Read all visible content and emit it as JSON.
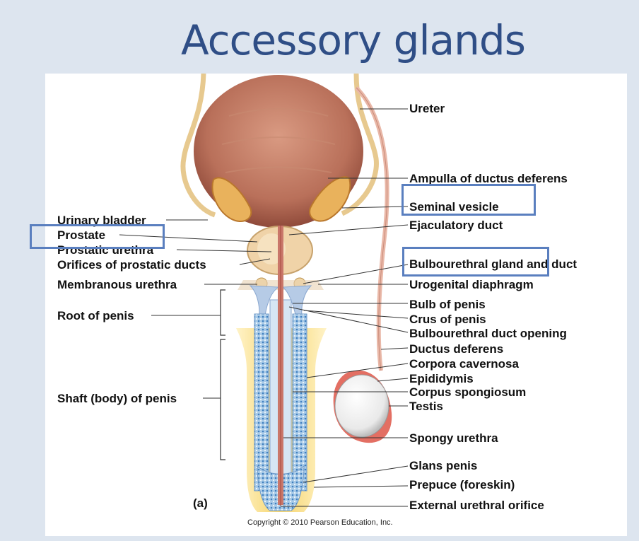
{
  "slide": {
    "title": "Accessory glands"
  },
  "figure": {
    "panel_letter": "(a)",
    "copyright": "Copyright © 2010 Pearson Education, Inc.",
    "labels_left": {
      "urinary_bladder": "Urinary bladder",
      "prostate": "Prostate",
      "prostatic_urethra": "Prostatic urethra",
      "orifices_prostatic_ducts": "Orifices of prostatic ducts",
      "membranous_urethra": "Membranous urethra",
      "root_of_penis": "Root of penis",
      "shaft_of_penis": "Shaft (body) of penis"
    },
    "labels_right": {
      "ureter": "Ureter",
      "ampulla": "Ampulla of ductus deferens",
      "seminal_vesicle": "Seminal vesicle",
      "ejaculatory_duct": "Ejaculatory duct",
      "bulbourethral_gland": "Bulbourethral gland and duct",
      "urogenital_diaphragm": "Urogenital diaphragm",
      "bulb_of_penis": "Bulb of penis",
      "crus_of_penis": "Crus of penis",
      "bulbourethral_duct_opening": "Bulbourethral duct opening",
      "ductus_deferens": "Ductus deferens",
      "corpora_cavernosa": "Corpora cavernosa",
      "epididymis": "Epididymis",
      "corpus_spongiosum": "Corpus spongiosum",
      "testis": "Testis",
      "spongy_urethra": "Spongy urethra",
      "glans_penis": "Glans penis",
      "prepuce": "Prepuce (foreskin)",
      "external_urethral_orifice": "External urethral orifice"
    }
  },
  "colors": {
    "title": "#2f4e86",
    "highlight": "#5a7fbf",
    "background": "#dde5ef"
  }
}
